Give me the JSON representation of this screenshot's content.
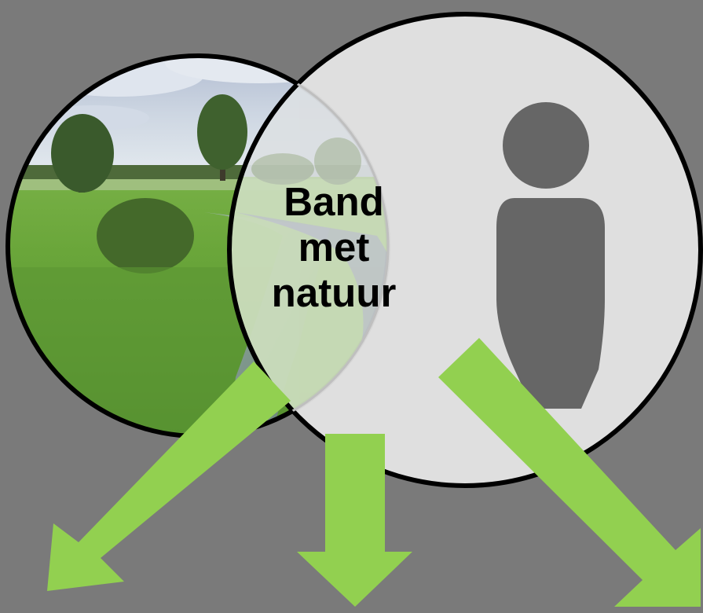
{
  "diagram": {
    "center_label": {
      "line1": "Band",
      "line2": "met",
      "line3": "natuur"
    },
    "left_circle": {
      "content": "landscape-photo",
      "description_icon": "nature-landscape"
    },
    "right_circle": {
      "content": "person-icon"
    },
    "arrows": {
      "count": 3,
      "directions": [
        "down-left",
        "down",
        "down-right"
      ]
    },
    "colors": {
      "background": "#7a7a7a",
      "arrow": "#92d050",
      "right_circle_fill": "#e6e6e6",
      "person": "#666666",
      "outline": "#000000",
      "label": "#000000"
    }
  }
}
